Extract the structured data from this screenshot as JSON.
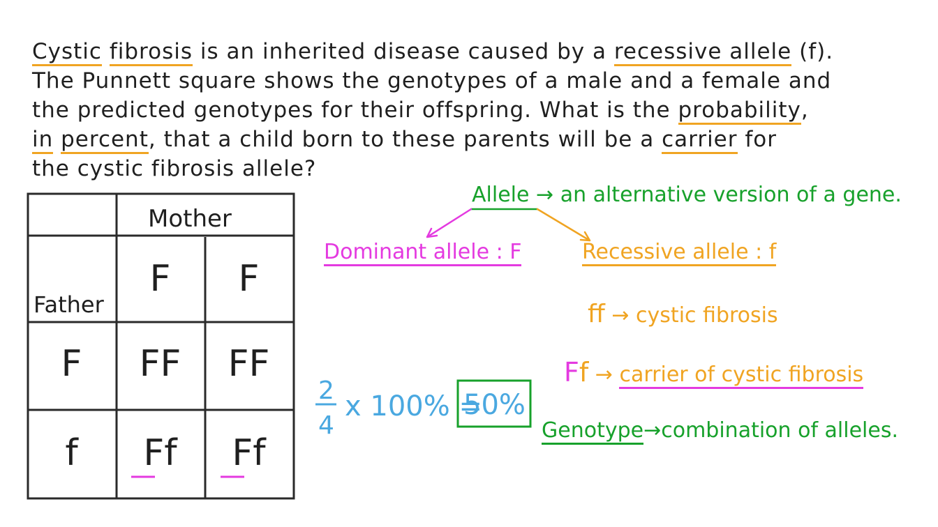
{
  "question": {
    "line1_a": "Cystic",
    "line1_b": "fibrosis",
    "line1_c": "is an inherited disease caused by a",
    "line1_d": "recessive allele",
    "line1_e": "(f).",
    "line2": "The Punnett square shows the genotypes of a male and a female and",
    "line3_a": "the predicted genotypes for their offspring. What is the",
    "line3_b": "probability",
    "line3_c": ",",
    "line4_a": "in",
    "line4_b": "percent",
    "line4_c": ", that a child born to these parents will be a",
    "line4_d": "carrier",
    "line4_e": "for",
    "line5": "the cystic fibrosis allele?"
  },
  "punnett": {
    "mother_label": "Mother",
    "father_label": "Father",
    "mother_alleles": [
      "F",
      "F"
    ],
    "father_alleles": [
      "F",
      "f"
    ],
    "cells": [
      [
        "FF",
        "FF"
      ],
      [
        "Ff",
        "Ff"
      ]
    ]
  },
  "notes": {
    "allele_term": "Allele",
    "allele_def": "an alternative version of a gene.",
    "dominant": "Dominant allele : F",
    "recessive": "Recessive allele : f",
    "ff_genotype": "ff",
    "ff_meaning": "cystic fibrosis",
    "Ff_genotype_F": "F",
    "Ff_genotype_f": "f",
    "Ff_meaning": "carrier of cystic fibrosis",
    "genotype_term": "Genotype",
    "genotype_def": "combination of alleles."
  },
  "calculation": {
    "numerator": "2",
    "denominator": "4",
    "expression": "x 100% =",
    "answer": "50%"
  },
  "colors": {
    "green": "#17a12b",
    "magenta": "#e43ae0",
    "orange": "#f0a422",
    "blue": "#4aa8e0"
  }
}
